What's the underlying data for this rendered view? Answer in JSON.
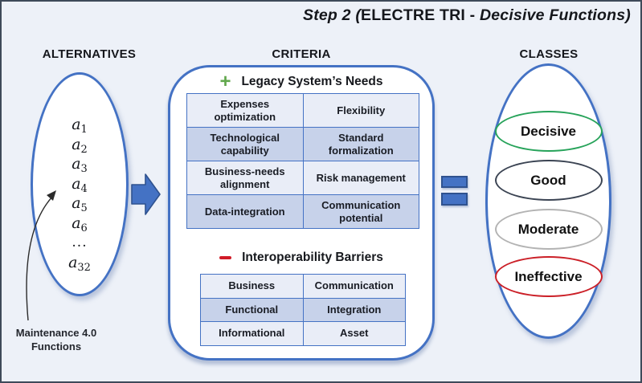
{
  "title": {
    "segments": [
      {
        "text": "Step 2 (",
        "style": "bold-italic"
      },
      {
        "text": "ELECTRE TRI - ",
        "style": "bold"
      },
      {
        "text": "Decisive Functions)",
        "style": "bold-italic"
      }
    ]
  },
  "alternatives": {
    "label": "ALTERNATIVES",
    "base": "a",
    "ellipsis": "...",
    "items": [
      {
        "sub": "1"
      },
      {
        "sub": "2"
      },
      {
        "sub": "3"
      },
      {
        "sub": "4"
      },
      {
        "sub": "5"
      },
      {
        "sub": "6"
      },
      {
        "dots": true
      },
      {
        "sub": "32"
      }
    ],
    "footnote_line1": "Maintenance 4.0",
    "footnote_line2": "Functions"
  },
  "criteria": {
    "label": "CRITERIA",
    "needs": {
      "icon": "plus-icon",
      "title": "Legacy System’s Needs",
      "rows": [
        [
          "Expenses optimization",
          "Flexibility"
        ],
        [
          "Technological capability",
          "Standard formalization"
        ],
        [
          "Business-needs alignment",
          "Risk management"
        ],
        [
          "Data-integration",
          "Communication potential"
        ]
      ]
    },
    "barriers": {
      "icon": "minus-icon",
      "title": "Interoperability Barriers",
      "rows": [
        [
          "Business",
          "Communication"
        ],
        [
          "Functional",
          "Integration"
        ],
        [
          "Informational",
          "Asset"
        ]
      ]
    }
  },
  "classes": {
    "label": "CLASSES",
    "items": [
      {
        "label": "Decisive",
        "border": "#27a35a"
      },
      {
        "label": "Good",
        "border": "#3b4453"
      },
      {
        "label": "Moderate",
        "border": "#b3b3b3"
      },
      {
        "label": "Ineffective",
        "border": "#cb1f27"
      }
    ]
  },
  "colors": {
    "accent_blue": "#4472c4",
    "accent_blue_dark": "#2f528f",
    "cell_light": "#e9edf7",
    "cell_dark": "#c7d2ea",
    "background": "#edf1f8",
    "frame_border": "#3e4a59",
    "plus_green": "#61a74c",
    "minus_red": "#d11c28"
  }
}
